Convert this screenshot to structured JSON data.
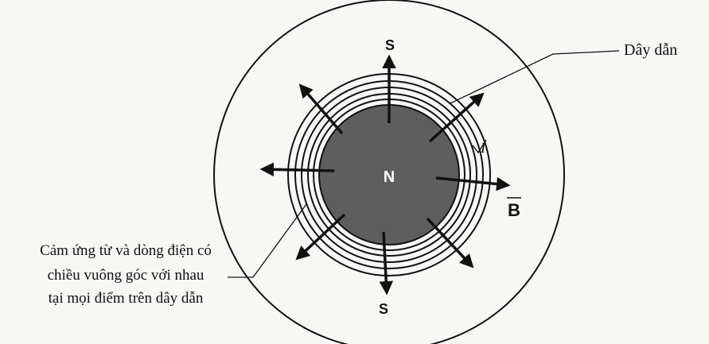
{
  "labels": {
    "center_pole": "N",
    "top_pole": "S",
    "bottom_pole": "S",
    "field_vector": "B",
    "current_symbol": "I",
    "conductor": "Dây dẫn",
    "note_lines": [
      "Cảm ứng từ và dòng điện có",
      "chiều vuông góc với nhau",
      "tại mọi điểm trên dây dẫn"
    ]
  },
  "colors": {
    "background": "#f7f7f5",
    "magnet": "#5e5e5e",
    "ink": "#111111"
  },
  "icons": {
    "arrow": "outward-field-arrow-icon"
  }
}
